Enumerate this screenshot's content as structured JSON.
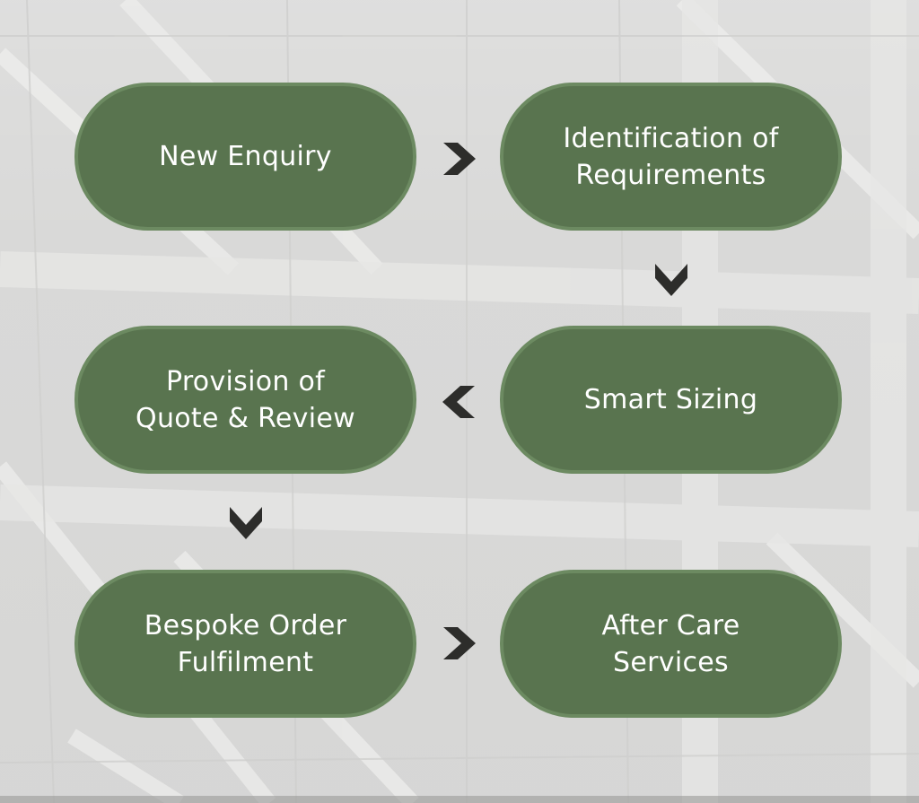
{
  "colors": {
    "box_fill": "#59744f",
    "box_border": "#6c8a61",
    "text": "#ffffff",
    "arrow": "#2d2d2b",
    "background": "#d9d9d8"
  },
  "steps": [
    {
      "label": "New Enquiry"
    },
    {
      "label": "Identification of\nRequirements"
    },
    {
      "label": "Provision of\nQuote & Review"
    },
    {
      "label": "Smart Sizing"
    },
    {
      "label": "Bespoke Order\nFulfilment"
    },
    {
      "label": "After Care\nServices"
    }
  ],
  "arrows": [
    {
      "from": "New Enquiry",
      "to": "Identification of Requirements",
      "direction": "right",
      "icon": "chevron-right-icon"
    },
    {
      "from": "Identification of Requirements",
      "to": "Smart Sizing",
      "direction": "down",
      "icon": "chevron-down-icon"
    },
    {
      "from": "Smart Sizing",
      "to": "Provision of Quote & Review",
      "direction": "left",
      "icon": "chevron-left-icon"
    },
    {
      "from": "Provision of Quote & Review",
      "to": "Bespoke Order Fulfilment",
      "direction": "down",
      "icon": "chevron-down-icon"
    },
    {
      "from": "Bespoke Order Fulfilment",
      "to": "After Care Services",
      "direction": "right",
      "icon": "chevron-right-icon"
    }
  ]
}
